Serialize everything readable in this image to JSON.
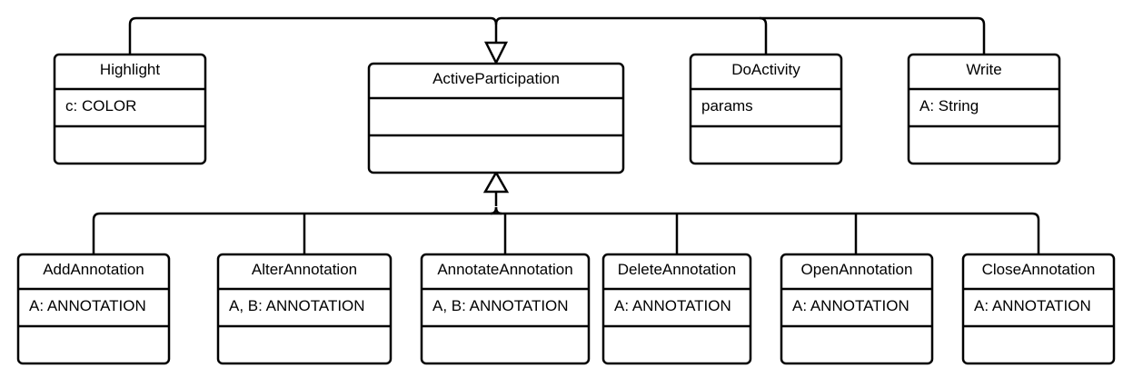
{
  "classes": {
    "highlight": {
      "name": "Highlight",
      "attribute": "c: COLOR"
    },
    "active_participation": {
      "name": "ActiveParticipation",
      "attribute": ""
    },
    "do_activity": {
      "name": "DoActivity",
      "attribute": "params"
    },
    "write": {
      "name": "Write",
      "attribute": "A: String"
    },
    "add_annotation": {
      "name": "AddAnnotation",
      "attribute": "A: ANNOTATION"
    },
    "alter_annotation": {
      "name": "AlterAnnotation",
      "attribute": "A, B: ANNOTATION"
    },
    "annotate_annotation": {
      "name": "AnnotateAnnotation",
      "attribute": "A, B: ANNOTATION"
    },
    "delete_annotation": {
      "name": "DeleteAnnotation",
      "attribute": "A: ANNOTATION"
    },
    "open_annotation": {
      "name": "OpenAnnotation",
      "attribute": "A: ANNOTATION"
    },
    "close_annotation": {
      "name": "CloseAnnotation",
      "attribute": "A: ANNOTATION"
    }
  },
  "colors": {
    "stroke": "#000000",
    "background": "#ffffff"
  }
}
